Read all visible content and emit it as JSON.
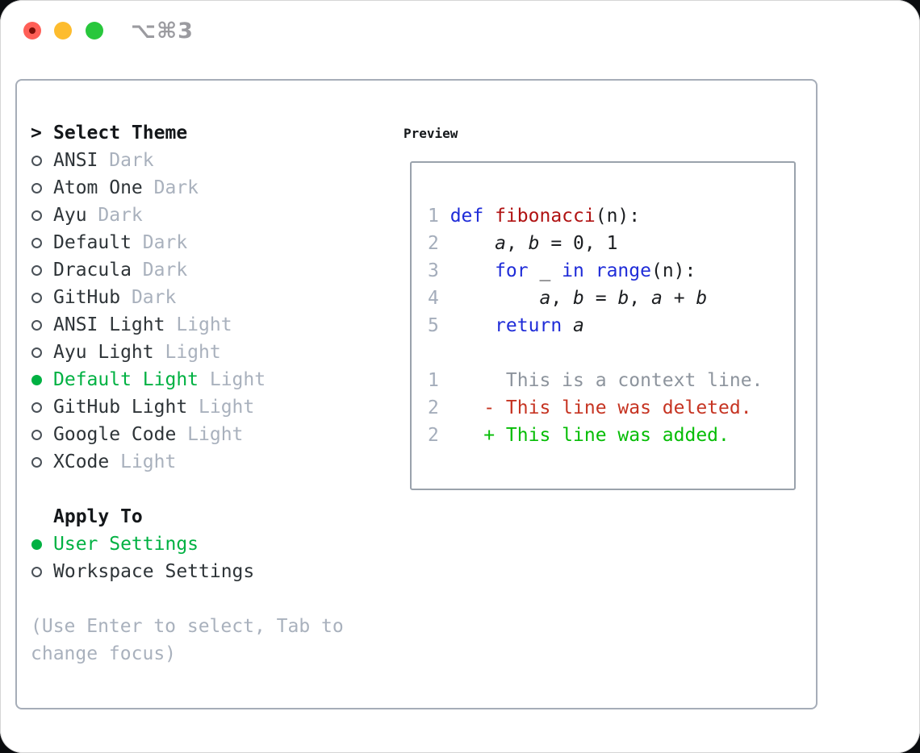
{
  "titlebar": {
    "title": "⌥⌘3"
  },
  "theme_list": {
    "header": "Select Theme",
    "cursor": ">",
    "items": [
      {
        "name": "ANSI",
        "variant": "Dark",
        "selected": false
      },
      {
        "name": "Atom One",
        "variant": "Dark",
        "selected": false
      },
      {
        "name": "Ayu",
        "variant": "Dark",
        "selected": false
      },
      {
        "name": "Default",
        "variant": "Dark",
        "selected": false
      },
      {
        "name": "Dracula",
        "variant": "Dark",
        "selected": false
      },
      {
        "name": "GitHub",
        "variant": "Dark",
        "selected": false
      },
      {
        "name": "ANSI Light",
        "variant": "Light",
        "selected": false
      },
      {
        "name": "Ayu Light",
        "variant": "Light",
        "selected": false
      },
      {
        "name": "Default Light",
        "variant": "Light",
        "selected": true
      },
      {
        "name": "GitHub Light",
        "variant": "Light",
        "selected": false
      },
      {
        "name": "Google Code",
        "variant": "Light",
        "selected": false
      },
      {
        "name": "XCode",
        "variant": "Light",
        "selected": false
      }
    ]
  },
  "apply_to": {
    "header": "Apply To",
    "items": [
      {
        "name": "User Settings",
        "selected": true
      },
      {
        "name": "Workspace Settings",
        "selected": false
      }
    ]
  },
  "hint": "(Use Enter to select, Tab to change focus)",
  "preview": {
    "header": "Preview",
    "lines": [
      {
        "num": "1",
        "tokens": [
          [
            "kw",
            "def"
          ],
          [
            "pl",
            " "
          ],
          [
            "fn",
            "fibonacci"
          ],
          [
            "pl",
            "(n):"
          ]
        ]
      },
      {
        "num": "2",
        "tokens": [
          [
            "pl",
            "    "
          ],
          [
            "var",
            "a"
          ],
          [
            "pl",
            ", "
          ],
          [
            "var",
            "b"
          ],
          [
            "pl",
            " = 0, 1"
          ]
        ]
      },
      {
        "num": "3",
        "tokens": [
          [
            "pl",
            "    "
          ],
          [
            "kw",
            "for"
          ],
          [
            "pl",
            " _ "
          ],
          [
            "kw",
            "in"
          ],
          [
            "pl",
            " "
          ],
          [
            "kw",
            "range"
          ],
          [
            "pl",
            "(n):"
          ]
        ]
      },
      {
        "num": "4",
        "tokens": [
          [
            "pl",
            "        "
          ],
          [
            "var",
            "a"
          ],
          [
            "pl",
            ", "
          ],
          [
            "var",
            "b"
          ],
          [
            "pl",
            " = "
          ],
          [
            "var",
            "b"
          ],
          [
            "pl",
            ", "
          ],
          [
            "var",
            "a"
          ],
          [
            "pl",
            " + "
          ],
          [
            "var",
            "b"
          ]
        ]
      },
      {
        "num": "5",
        "tokens": [
          [
            "pl",
            "    "
          ],
          [
            "kw",
            "return"
          ],
          [
            "pl",
            " "
          ],
          [
            "var",
            "a"
          ]
        ]
      },
      {
        "num": "",
        "tokens": []
      },
      {
        "num": "1",
        "tokens": [
          [
            "ctx",
            "     This is a context line."
          ]
        ]
      },
      {
        "num": "2",
        "tokens": [
          [
            "del",
            "   - This line was deleted."
          ]
        ]
      },
      {
        "num": "2",
        "tokens": [
          [
            "add",
            "   + This line was added."
          ]
        ]
      }
    ]
  },
  "colors": {
    "page_bg": "#0a0c0f",
    "window_bg": "#ffffff",
    "titlebar_text": "#9b9ba0",
    "light_red": "#ff5f57",
    "light_red_dot": "#7c0f08",
    "light_yellow": "#fdbc2e",
    "light_green": "#28c73c",
    "panel_border": "#a6adb8",
    "preview_border": "#9aa2ac",
    "header_text": "#14171a",
    "list_text": "#2e3438",
    "muted": "#a9b1bd",
    "radio_outline": "#4a5158",
    "accent_green": "#00b142",
    "keyword_blue": "#1f2cd8",
    "function_red": "#b01212",
    "code_text": "#1c1e21",
    "line_number": "#a4adbb",
    "context_gray": "#8d949d",
    "diff_del": "#c63422",
    "diff_add": "#06bd06"
  }
}
